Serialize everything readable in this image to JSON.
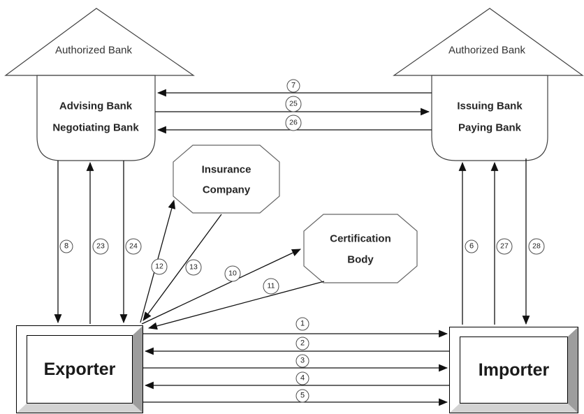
{
  "nodes": {
    "left_bank": {
      "roof": "Authorized Bank",
      "line1": "Advising Bank",
      "line2": "Negotiating Bank"
    },
    "right_bank": {
      "roof": "Authorized Bank",
      "line1": "Issuing Bank",
      "line2": "Paying Bank"
    },
    "insurance": {
      "line1": "Insurance",
      "line2": "Company"
    },
    "certification": {
      "line1": "Certification",
      "line2": "Body"
    },
    "exporter": {
      "label": "Exporter"
    },
    "importer": {
      "label": "Importer"
    }
  },
  "flows": [
    {
      "n": "1",
      "from": "exporter",
      "to": "importer"
    },
    {
      "n": "2",
      "from": "importer",
      "to": "exporter"
    },
    {
      "n": "3",
      "from": "exporter",
      "to": "importer"
    },
    {
      "n": "4",
      "from": "importer",
      "to": "exporter"
    },
    {
      "n": "5",
      "from": "exporter",
      "to": "importer"
    },
    {
      "n": "6",
      "from": "importer",
      "to": "issuing_paying_bank"
    },
    {
      "n": "7",
      "from": "issuing_paying_bank",
      "to": "advising_negotiating_bank"
    },
    {
      "n": "8",
      "from": "advising_negotiating_bank",
      "to": "exporter"
    },
    {
      "n": "10",
      "from": "exporter",
      "to": "certification_body"
    },
    {
      "n": "11",
      "from": "certification_body",
      "to": "exporter"
    },
    {
      "n": "12",
      "from": "exporter",
      "to": "insurance_company"
    },
    {
      "n": "13",
      "from": "insurance_company",
      "to": "exporter"
    },
    {
      "n": "23",
      "from": "exporter",
      "to": "advising_negotiating_bank"
    },
    {
      "n": "24",
      "from": "advising_negotiating_bank",
      "to": "exporter"
    },
    {
      "n": "25",
      "from": "advising_negotiating_bank",
      "to": "issuing_paying_bank"
    },
    {
      "n": "26",
      "from": "issuing_paying_bank",
      "to": "advising_negotiating_bank"
    },
    {
      "n": "27",
      "from": "importer",
      "to": "issuing_paying_bank"
    },
    {
      "n": "28",
      "from": "issuing_paying_bank",
      "to": "importer"
    }
  ],
  "colors": {
    "background": "#ffffff",
    "shape_stroke": "#404040",
    "octagon_stroke": "#666666",
    "arrow": "#111111",
    "bevel_right": "#9d9d9d",
    "bevel_bottom": "#d3d3d3"
  }
}
